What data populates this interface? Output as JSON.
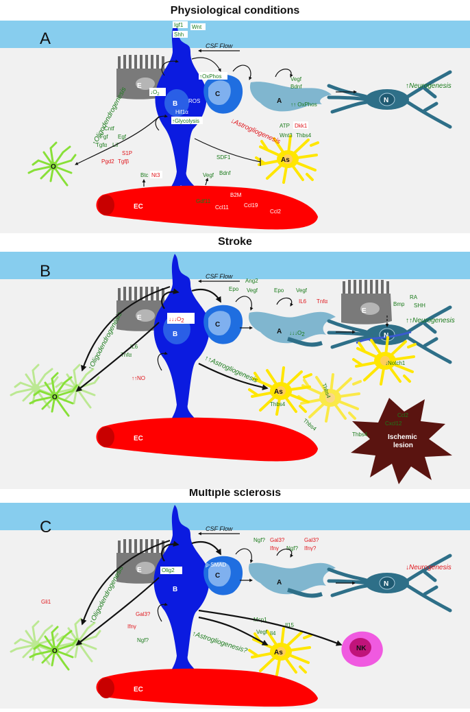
{
  "titles": {
    "a": "Physiological conditions",
    "b": "Stroke",
    "c": "Multiple sclerosis"
  },
  "panels": {
    "a": {
      "letter": "A",
      "csf": "CSF Flow",
      "cells": {
        "E": "E",
        "B": "B",
        "C": "C",
        "A": "A",
        "N": "N",
        "O": "O",
        "As": "As",
        "EC": "EC"
      },
      "top_factors": [
        "Igf1",
        "Wnt",
        "Shh"
      ],
      "b_factors": {
        "o2": "O",
        "o2_sub": "2",
        "ros": "ROS",
        "hif": "Hif1α",
        "glyco": "Glycolysis",
        "oxphos": "OxPhos"
      },
      "a_factors": [
        "Vegf",
        "Bdnf"
      ],
      "a_oxphos": "OxPhos",
      "neuro": "Neurogenesis",
      "oligo": "Oligodendrogenesis",
      "astro": "Astrogliogenesis",
      "left_green": [
        "Cntf",
        "Fgf",
        "Egf",
        "Tgfα",
        "Lif"
      ],
      "left_red": [
        "S1P",
        "Pgd2",
        "Tgfβ"
      ],
      "as_green": [
        "ATP",
        "Wnt3",
        "Thbs4"
      ],
      "as_red": [
        "Dkk1"
      ],
      "ec_green": [
        "Btc",
        "SDF1",
        "Vegf",
        "Bdnf",
        "Gdf11"
      ],
      "ec_red": [
        "Nt3"
      ],
      "ec_white": [
        "B2M",
        "Ccl11",
        "Ccl19",
        "Ccl2"
      ]
    },
    "b": {
      "letter": "B",
      "csf": "CSF Flow",
      "cells": {
        "E": "E",
        "E2": "E",
        "B": "B",
        "C": "C",
        "A": "A",
        "N": "N",
        "O": "O",
        "As": "As",
        "EC": "EC"
      },
      "b_o2": "O",
      "b_o2_sub": "2",
      "a_o2": "O",
      "a_o2_sub": "2",
      "c_factors": [
        "Epo",
        "Ang2",
        "Vegf",
        "Epo",
        "Vegf"
      ],
      "red_factors": [
        "IL6",
        "Tnfα"
      ],
      "neuro": "Neurogenesis",
      "oligo": "Oligodendrogenesis",
      "astro": "Astrogliogenesis",
      "left_green": [
        "IL6",
        "Tnfα"
      ],
      "no": "NO",
      "as_factor": "Thbs4",
      "as_orange": [
        "Thbs4",
        "Thbs4"
      ],
      "n_factors": [
        "RA",
        "Bmp",
        "SHH"
      ],
      "notch": "Notch1",
      "lesion": [
        "Ischemic",
        "lesion"
      ],
      "lesion_factors": [
        "Ccl2",
        "Cxcl12",
        "Thbs4"
      ]
    },
    "c": {
      "letter": "C",
      "csf": "CSF Flow",
      "cells": {
        "E": "E",
        "B": "B",
        "C": "C",
        "A": "A",
        "N": "N",
        "O": "O",
        "As": "As",
        "EC": "EC",
        "NK": "NK"
      },
      "olig": "Olig2",
      "psmad": "p-SMAD",
      "mid_green": [
        "Ngf?",
        "Ngf?"
      ],
      "mid_red": [
        "Gal3?",
        "Ifnγ",
        "Gal3?",
        "Ifnγ?"
      ],
      "neuro": "Neurogenesis",
      "oligo": "Oligodendrogenesis",
      "astro": "Astrogliogenesis?",
      "gli": "Gli1",
      "left_red": [
        "Gal3?",
        "Ifnγ"
      ],
      "left_green": [
        "Ngf?"
      ],
      "nk_factors": [
        "Mcp1",
        "Il15",
        "Vegf",
        "Il4"
      ]
    }
  },
  "colors": {
    "csf_band": "#87cdee",
    "panel_bg": "#f1f1f1",
    "b_cell": "#0b1be0",
    "c_cell": "#1f6ee0",
    "a_cell": "#80b6cf",
    "neuron": "#2e6f88",
    "astro": "#ffe600",
    "oligo": "#88e038",
    "vessel": "#ff0000",
    "ependymal": "#7a7a7a",
    "lesion": "#5a1410",
    "nk": "#f05ae0",
    "green_text": "#1a7a1a",
    "red_text": "#e0161c"
  }
}
